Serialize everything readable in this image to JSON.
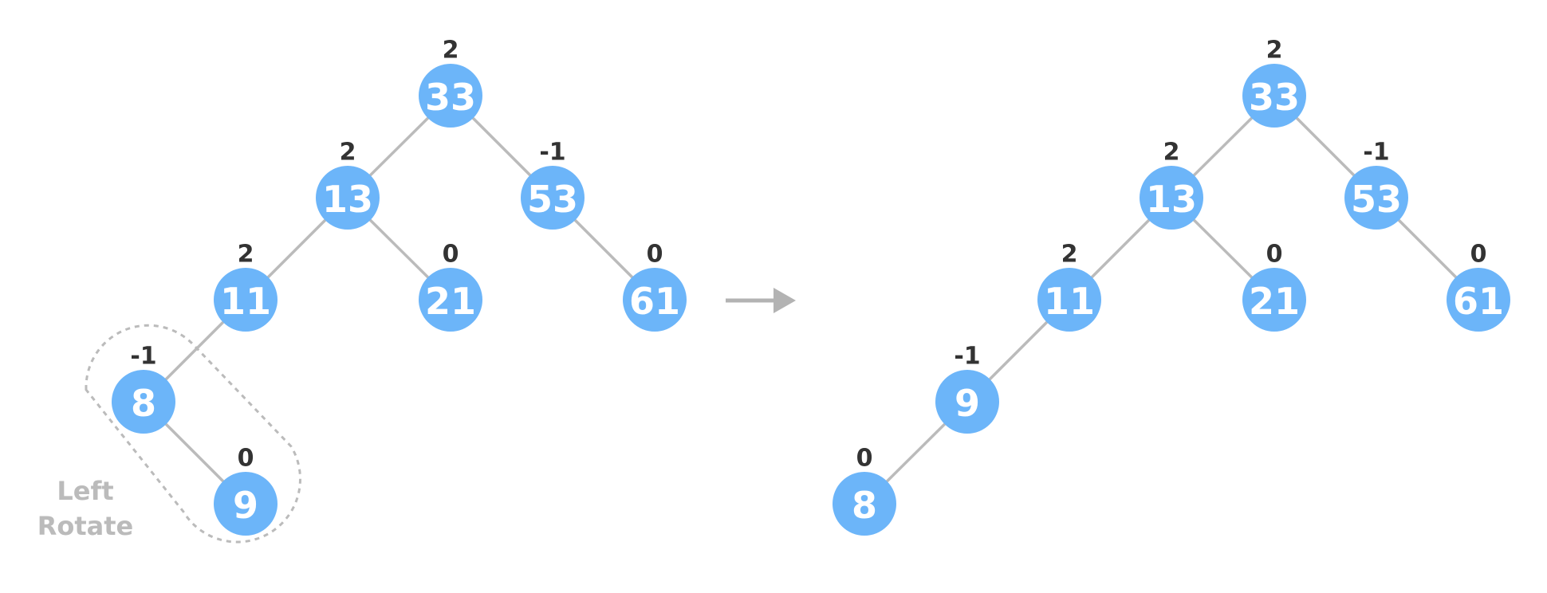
{
  "colors": {
    "node_fill": "#6cb5f9",
    "node_text": "#ffffff",
    "edge": "#bbbbbb",
    "balance_text": "#333333",
    "annotation": "#bbbbbb",
    "arrow": "#b3b3b3"
  },
  "rotation_annotation": {
    "line1": "Left",
    "line2": "Rotate"
  },
  "transition_arrow": "arrow-right-icon",
  "trees": [
    {
      "name": "before",
      "nodes": [
        {
          "id": "a33",
          "value": "33",
          "balance": "2"
        },
        {
          "id": "a13",
          "value": "13",
          "balance": "2"
        },
        {
          "id": "a53",
          "value": "53",
          "balance": "-1"
        },
        {
          "id": "a11",
          "value": "11",
          "balance": "2"
        },
        {
          "id": "a21",
          "value": "21",
          "balance": "0"
        },
        {
          "id": "a61",
          "value": "61",
          "balance": "0"
        },
        {
          "id": "a8",
          "value": "8",
          "balance": "-1"
        },
        {
          "id": "a9",
          "value": "9",
          "balance": "0"
        }
      ],
      "edges": [
        [
          "a33",
          "a13"
        ],
        [
          "a33",
          "a53"
        ],
        [
          "a13",
          "a11"
        ],
        [
          "a13",
          "a21"
        ],
        [
          "a53",
          "a61"
        ],
        [
          "a11",
          "a8"
        ],
        [
          "a8",
          "a9"
        ]
      ]
    },
    {
      "name": "after",
      "nodes": [
        {
          "id": "b33",
          "value": "33",
          "balance": "2"
        },
        {
          "id": "b13",
          "value": "13",
          "balance": "2"
        },
        {
          "id": "b53",
          "value": "53",
          "balance": "-1"
        },
        {
          "id": "b11",
          "value": "11",
          "balance": "2"
        },
        {
          "id": "b21",
          "value": "21",
          "balance": "0"
        },
        {
          "id": "b61",
          "value": "61",
          "balance": "0"
        },
        {
          "id": "b9",
          "value": "9",
          "balance": "-1"
        },
        {
          "id": "b8",
          "value": "8",
          "balance": "0"
        }
      ],
      "edges": [
        [
          "b33",
          "b13"
        ],
        [
          "b33",
          "b53"
        ],
        [
          "b13",
          "b11"
        ],
        [
          "b13",
          "b21"
        ],
        [
          "b53",
          "b61"
        ],
        [
          "b11",
          "b9"
        ],
        [
          "b9",
          "b8"
        ]
      ]
    }
  ]
}
